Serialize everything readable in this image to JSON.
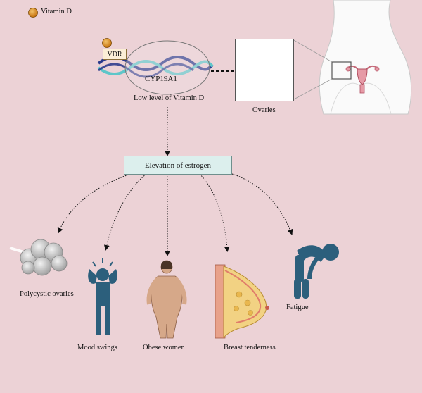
{
  "legend": {
    "label": "Vitamin D"
  },
  "gene": {
    "receptor_label": "VDR",
    "gene_label": "CYP19A1",
    "caption": "Low level of Vitamin D"
  },
  "ovaries": {
    "label": "Ovaries"
  },
  "central_node": {
    "label": "Elevation of estrogen"
  },
  "outcomes": [
    {
      "label": "Polycystic ovaries",
      "icon": "cyst-cloud-icon"
    },
    {
      "label": "Mood swings",
      "icon": "stressed-person-icon"
    },
    {
      "label": "Obese women",
      "icon": "obese-woman-icon"
    },
    {
      "label": "Breast tenderness",
      "icon": "breast-anatomy-icon"
    },
    {
      "label": "Fatigue",
      "icon": "fatigued-person-icon"
    }
  ],
  "colors": {
    "background": "#ecd2d6",
    "vitamin_d": "#d98a1c",
    "dna_blue": "#2a3a8c",
    "dna_cyan": "#5ec6c9",
    "icon_blue": "#2c5f7c",
    "box_fill": "#dcefed"
  }
}
